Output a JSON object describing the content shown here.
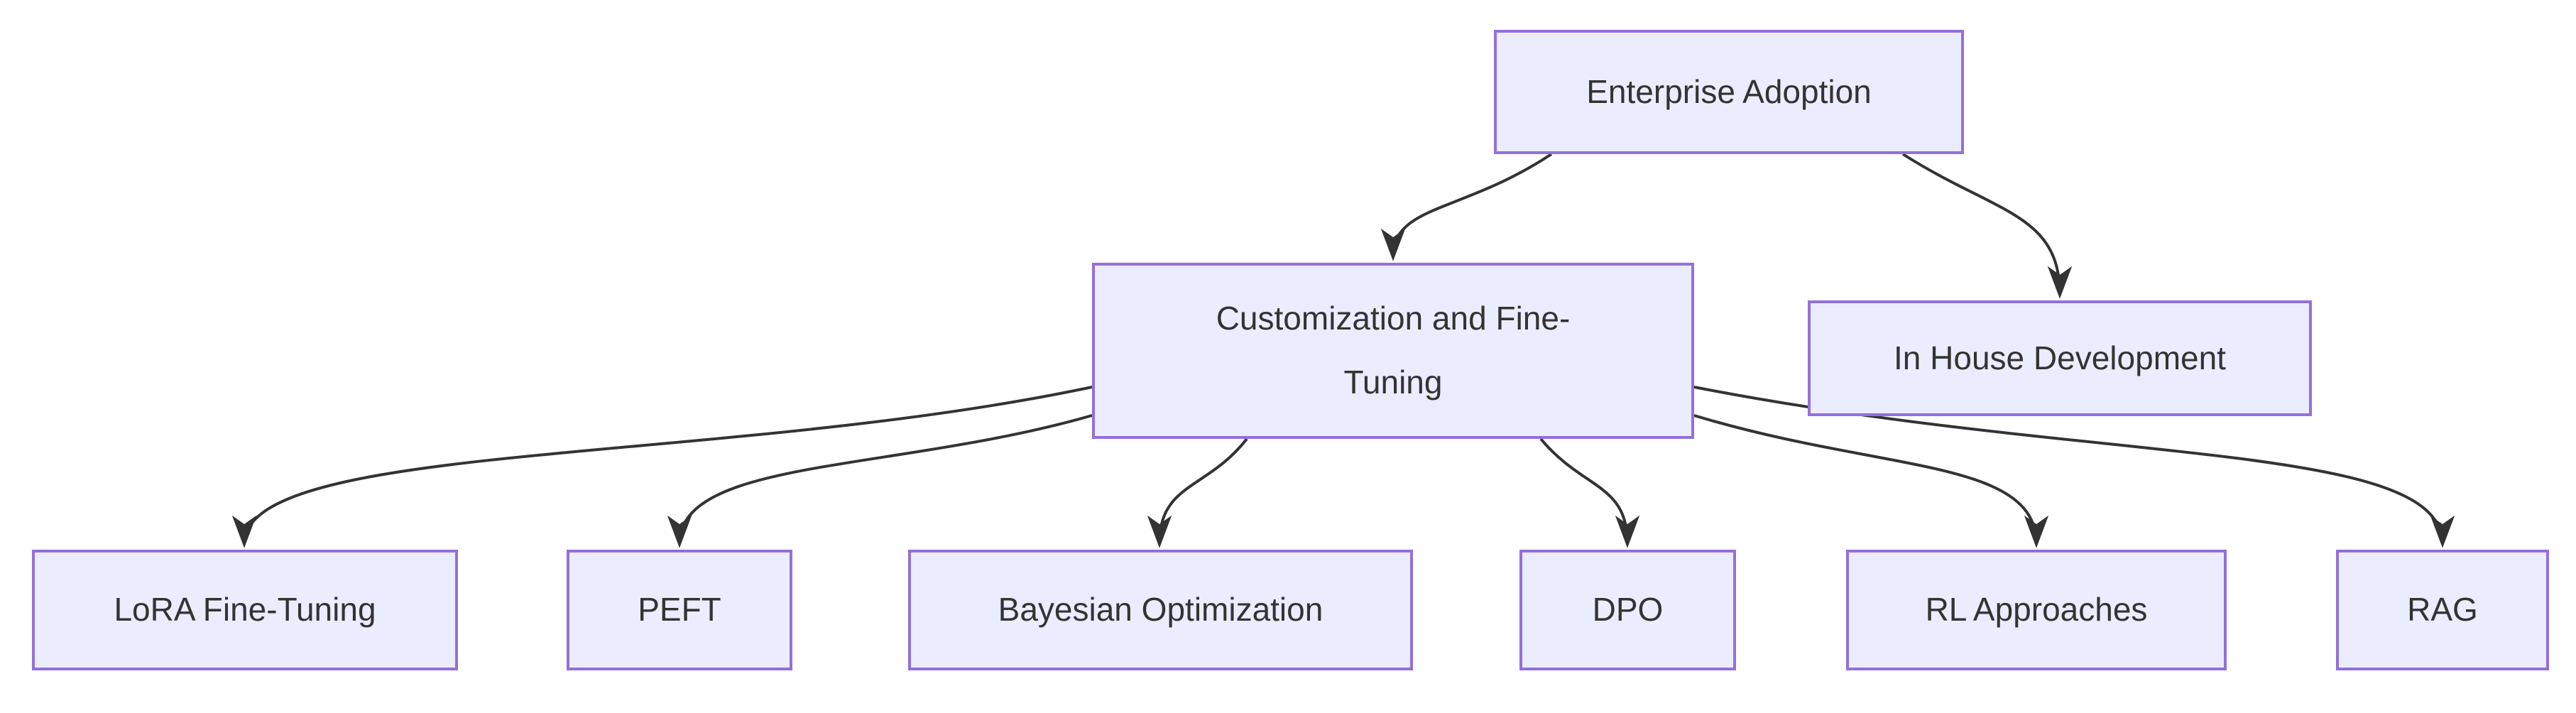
{
  "diagram": {
    "type": "flowchart",
    "direction": "top-down",
    "colors": {
      "background": "#ffffff",
      "node_fill": "#ECECFF",
      "node_border": "#9370DB",
      "edge_color": "#333333",
      "text_color": "#333333"
    },
    "nodes": [
      {
        "id": "enterprise-adoption",
        "label": "Enterprise Adoption"
      },
      {
        "id": "customization-and-fine-tuning",
        "label": "Customization and Fine-Tuning"
      },
      {
        "id": "in-house-development",
        "label": "In House Development"
      },
      {
        "id": "lora-fine-tuning",
        "label": "LoRA Fine-Tuning"
      },
      {
        "id": "peft",
        "label": "PEFT"
      },
      {
        "id": "bayesian-optimization",
        "label": "Bayesian Optimization"
      },
      {
        "id": "dpo",
        "label": "DPO"
      },
      {
        "id": "rl-approaches",
        "label": "RL Approaches"
      },
      {
        "id": "rag",
        "label": "RAG"
      }
    ],
    "edges": [
      {
        "from": "enterprise-adoption",
        "to": "customization-and-fine-tuning"
      },
      {
        "from": "enterprise-adoption",
        "to": "in-house-development"
      },
      {
        "from": "customization-and-fine-tuning",
        "to": "lora-fine-tuning"
      },
      {
        "from": "customization-and-fine-tuning",
        "to": "peft"
      },
      {
        "from": "customization-and-fine-tuning",
        "to": "bayesian-optimization"
      },
      {
        "from": "customization-and-fine-tuning",
        "to": "dpo"
      },
      {
        "from": "customization-and-fine-tuning",
        "to": "rl-approaches"
      },
      {
        "from": "customization-and-fine-tuning",
        "to": "rag"
      }
    ]
  }
}
